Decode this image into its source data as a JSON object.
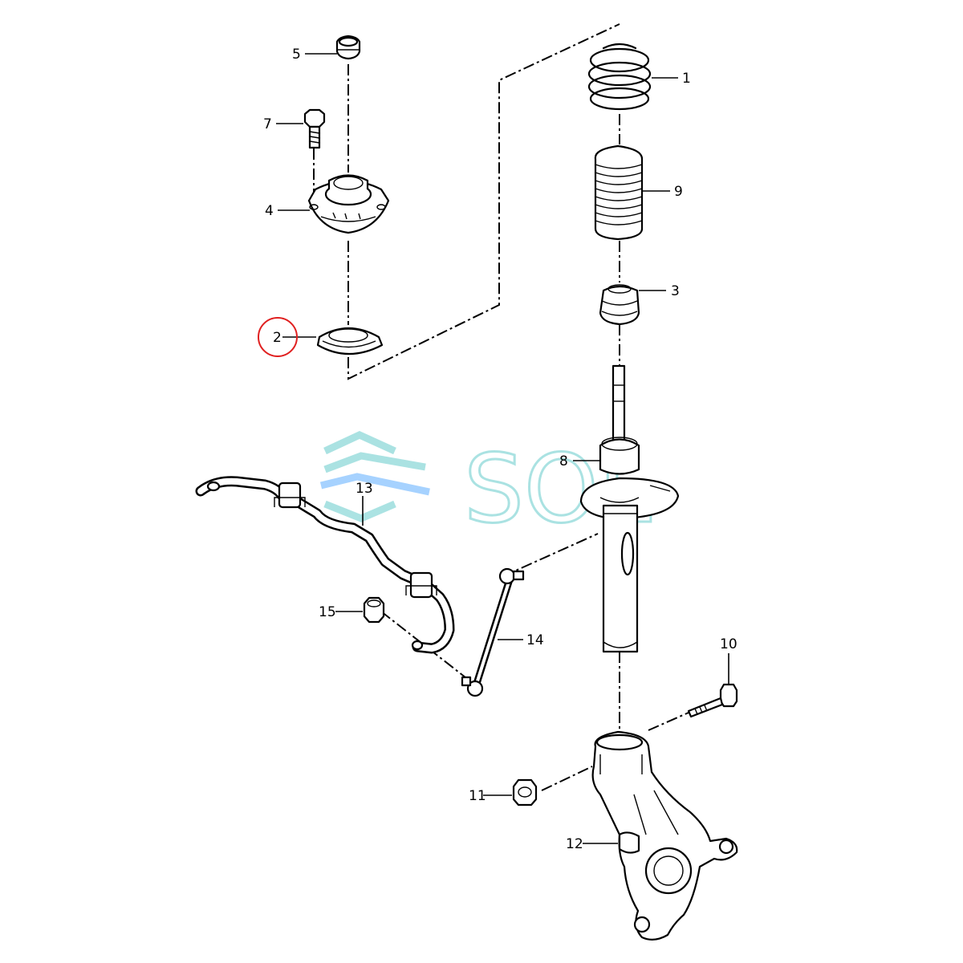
{
  "diagram": {
    "callouts": [
      {
        "id": "1",
        "label": "1"
      },
      {
        "id": "2",
        "label": "2",
        "highlighted": true
      },
      {
        "id": "3",
        "label": "3"
      },
      {
        "id": "4",
        "label": "4"
      },
      {
        "id": "5",
        "label": "5"
      },
      {
        "id": "7",
        "label": "7"
      },
      {
        "id": "8",
        "label": "8"
      },
      {
        "id": "9",
        "label": "9"
      },
      {
        "id": "10",
        "label": "10"
      },
      {
        "id": "11",
        "label": "11"
      },
      {
        "id": "12",
        "label": "12"
      },
      {
        "id": "13",
        "label": "13"
      },
      {
        "id": "14",
        "label": "14"
      },
      {
        "id": "15",
        "label": "15"
      }
    ],
    "highlight_color": "#e02020"
  },
  "watermark": {
    "text": "SOL",
    "color": "#66cccc"
  }
}
